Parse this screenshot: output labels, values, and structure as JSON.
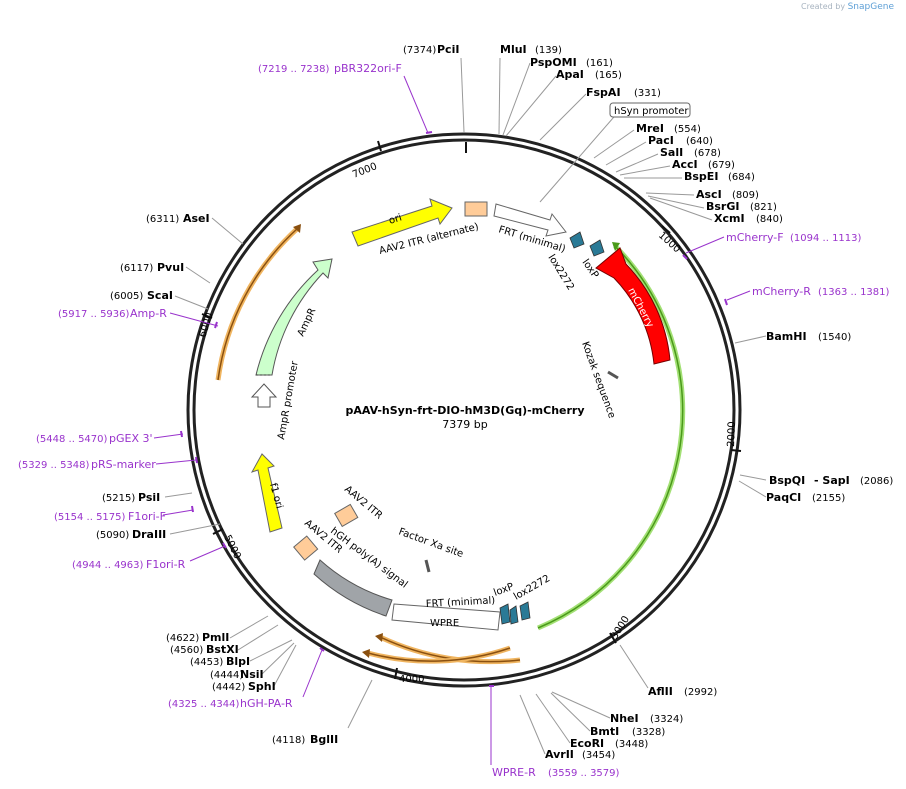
{
  "map": {
    "title": "pAAV-hSyn-frt-DIO-hM3D(Gq)-mCherry",
    "size": "7379 bp",
    "total_bp": 7379
  },
  "branding": {
    "created_by": "Created by",
    "app": "SnapGene"
  },
  "colors": {
    "enzyme": "#000000",
    "primer": "#9933cc",
    "backbone": "#222222",
    "ori": "#ffff00",
    "mcherry": "#ff0000",
    "ampr": "#ccffcc",
    "itr": "#ffcc99",
    "polya": "#a0a0a0",
    "frt": "#ffffff",
    "lox": "#2a7a96",
    "hM3D_outline": "#99dd66",
    "orange_outline": "#f0b560"
  },
  "ruler": [
    "1000",
    "2000",
    "3000",
    "4000",
    "5000",
    "6000",
    "7000"
  ],
  "enzymes": [
    {
      "name": "PciI",
      "pos": "(7374)"
    },
    {
      "name": "MluI",
      "pos": "(139)"
    },
    {
      "name": "PspOMI",
      "pos": "(161)"
    },
    {
      "name": "ApaI",
      "pos": "(165)"
    },
    {
      "name": "FspAI",
      "pos": "(331)"
    },
    {
      "name": "hSyn promoter",
      "pos": ""
    },
    {
      "name": "MreI",
      "pos": "(554)"
    },
    {
      "name": "PacI",
      "pos": "(640)"
    },
    {
      "name": "SalI",
      "pos": "(678)"
    },
    {
      "name": "AccI",
      "pos": "(679)"
    },
    {
      "name": "BspEI",
      "pos": "(684)"
    },
    {
      "name": "AscI",
      "pos": "(809)"
    },
    {
      "name": "BsrGI",
      "pos": "(821)"
    },
    {
      "name": "XcmI",
      "pos": "(840)"
    },
    {
      "name": "BamHI",
      "pos": "(1540)"
    },
    {
      "name": "BspQI",
      "pos": "(2086)"
    },
    {
      "name": "PaqCI",
      "pos": "(2155)"
    },
    {
      "name": "AflII",
      "pos": "(2992)"
    },
    {
      "name": "NheI",
      "pos": "(3324)"
    },
    {
      "name": "BmtI",
      "pos": "(3328)"
    },
    {
      "name": "EcoRI",
      "pos": "(3448)"
    },
    {
      "name": "AvrII",
      "pos": "(3454)"
    },
    {
      "name": "BglII",
      "pos": "(4118)"
    },
    {
      "name": "SphI",
      "pos": "(4442)"
    },
    {
      "name": "NsiI",
      "pos": "(4444)"
    },
    {
      "name": "BlpI",
      "pos": "(4453)"
    },
    {
      "name": "BstXI",
      "pos": "(4560)"
    },
    {
      "name": "PmlI",
      "pos": "(4622)"
    },
    {
      "name": "DraIII",
      "pos": "(5090)"
    },
    {
      "name": "PsiI",
      "pos": "(5215)"
    },
    {
      "name": "ScaI",
      "pos": "(6005)"
    },
    {
      "name": "PvuI",
      "pos": "(6117)"
    },
    {
      "name": "AseI",
      "pos": "(6311)"
    }
  ],
  "sapi_label": "- SapI",
  "primers": [
    {
      "name": "pBR322ori-F",
      "range": "(7219 .. 7238)"
    },
    {
      "name": "mCherry-F",
      "range": "(1094 .. 1113)"
    },
    {
      "name": "mCherry-R",
      "range": "(1363 .. 1381)"
    },
    {
      "name": "WPRE-R",
      "range": "(3559 .. 3579)"
    },
    {
      "name": "hGH-PA-R",
      "range": "(4325 .. 4344)"
    },
    {
      "name": "F1ori-R",
      "range": "(4944 .. 4963)"
    },
    {
      "name": "F1ori-F",
      "range": "(5154 .. 5175)"
    },
    {
      "name": "pRS-marker",
      "range": "(5329 .. 5348)"
    },
    {
      "name": "pGEX 3'",
      "range": "(5448 .. 5470)"
    },
    {
      "name": "Amp-R",
      "range": "(5917 .. 5936)"
    }
  ],
  "features": {
    "ori": "ori",
    "aav2_itr_alt": "AAV2 ITR (alternate)",
    "frt_minimal_top": "FRT (minimal)",
    "lox2272_top": "lox2272",
    "loxp_top": "loxP",
    "mcherry": "mCherry",
    "kozak": "Kozak sequence",
    "ampr": "AmpR",
    "ampr_promoter": "AmpR promoter",
    "f1_ori": "f1 ori",
    "aav2_itr_1": "AAV2 ITR",
    "aav2_itr_2": "AAV2 ITR",
    "hgh_polya": "hGH poly(A) signal",
    "factor_xa": "Factor Xa site",
    "frt_minimal_bottom": "FRT (minimal)",
    "wpre": "WPRE",
    "loxp_bottom": "loxP",
    "lox2272_bottom": "lox2272"
  }
}
